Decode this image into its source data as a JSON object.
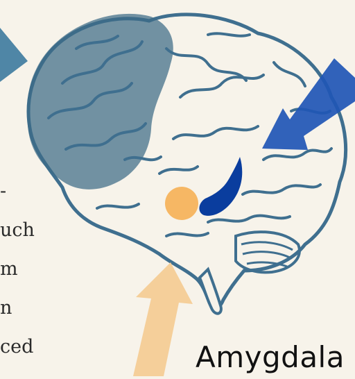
{
  "colors": {
    "background": "#f7f3ea",
    "brain_outline": "#3f6f8f",
    "frontal_overlay": "#3d6b86",
    "arrow_blue": "#1f56b5",
    "hippocampus": "#0a3d9e",
    "amygdala_dot": "#f6b764",
    "arrow_peach": "#f5cf9a",
    "arrow_teal": "#4f86a6"
  },
  "side_text": {
    "line1": "-",
    "line2": "uch",
    "line3": "m",
    "line4": "n",
    "line5": "ced"
  },
  "caption": {
    "label": "Amygdala"
  }
}
